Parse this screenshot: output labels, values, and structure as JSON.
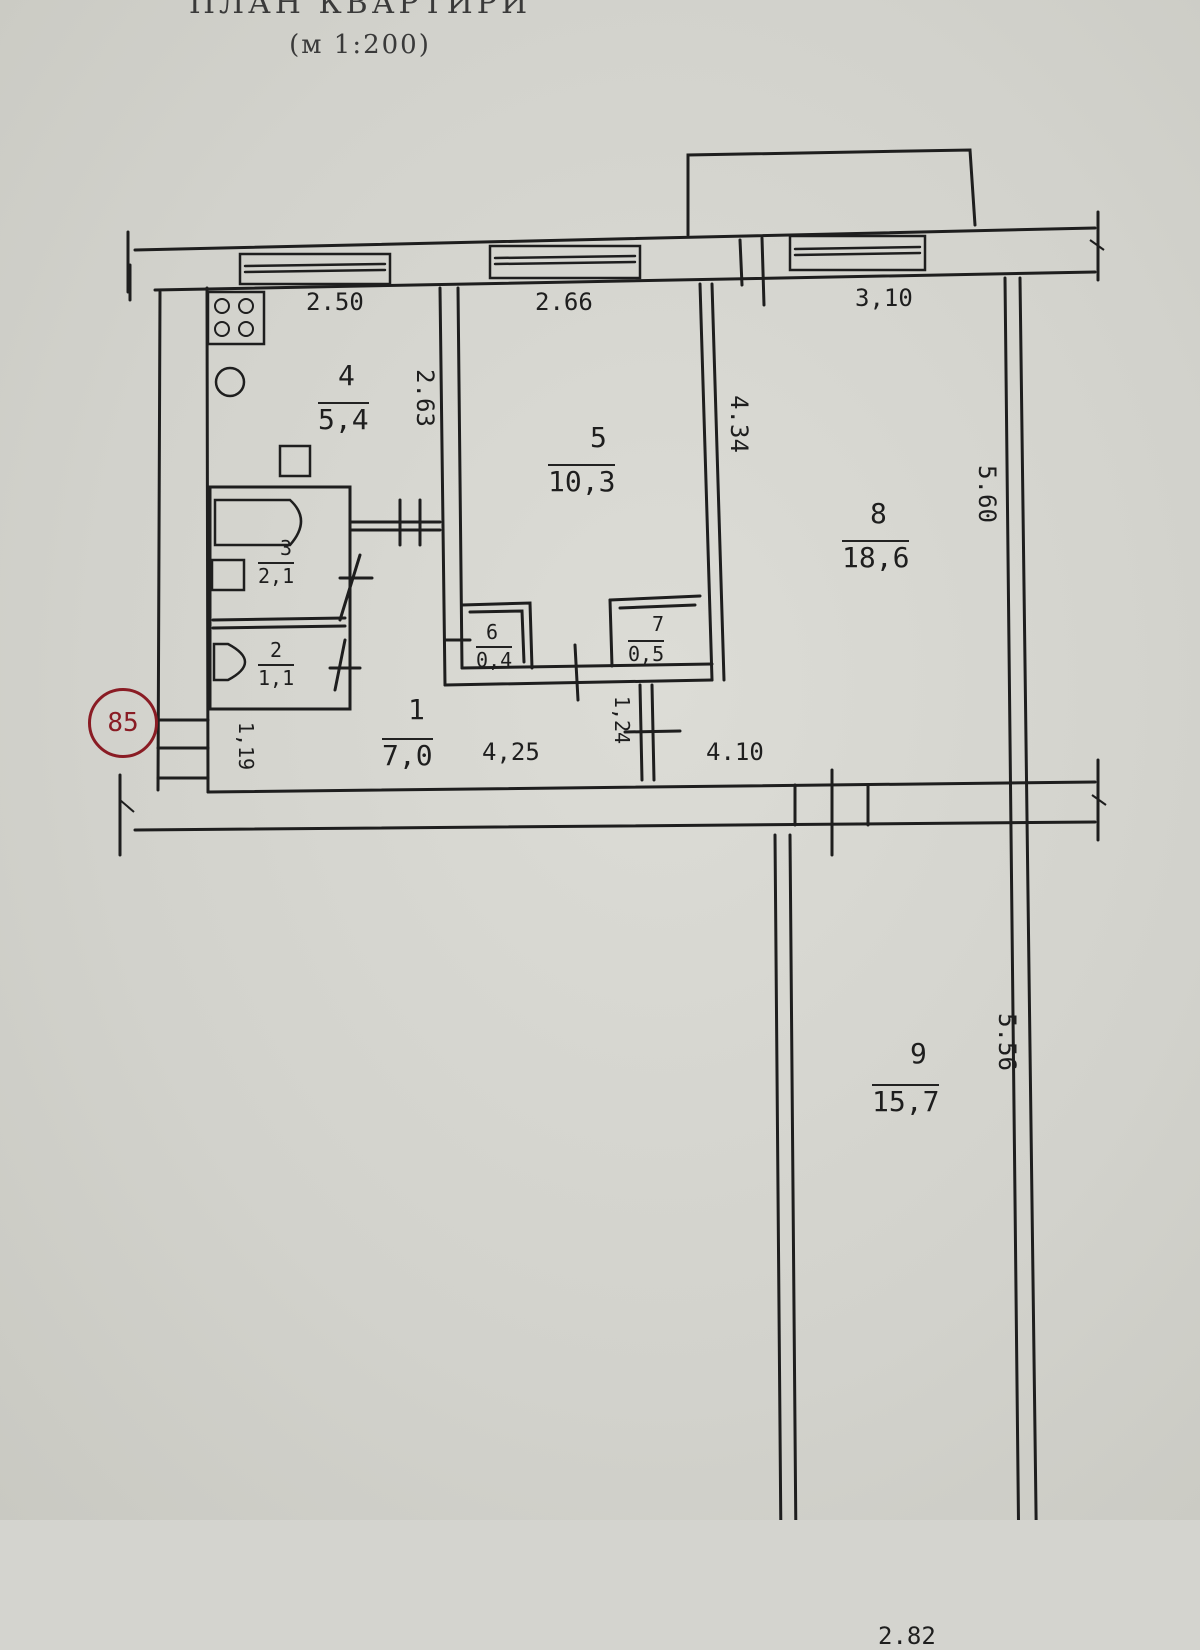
{
  "header": {
    "title": "ПЛАН КВАРТИРИ",
    "scale": "(м 1:200)"
  },
  "stamp": "85",
  "rooms": [
    {
      "number": "1",
      "area": "7,0"
    },
    {
      "number": "2",
      "area": "1,1"
    },
    {
      "number": "3",
      "area": "2,1"
    },
    {
      "number": "4",
      "area": "5,4"
    },
    {
      "number": "5",
      "area": "10,3"
    },
    {
      "number": "6",
      "area": "0,4"
    },
    {
      "number": "7",
      "area": "0,5"
    },
    {
      "number": "8",
      "area": "18,6"
    },
    {
      "number": "9",
      "area": "15,7"
    }
  ],
  "dimensions": {
    "kitchen_width": "2.50",
    "room5_width": "2.66",
    "room8_width": "3,10",
    "kitchen_depth": "2.63",
    "room5_depth": "4.34",
    "room8_depth": "5.60",
    "room9_depth": "5.56",
    "room9_width": "2.82",
    "hall_left": "1,19",
    "hall_mid": "4,25",
    "hall_right": "4.10",
    "hall_depth": "1,24"
  },
  "colors": {
    "paper": "#d4d4cf",
    "ink": "#1e1e1e",
    "stamp": "#8a1c24"
  }
}
